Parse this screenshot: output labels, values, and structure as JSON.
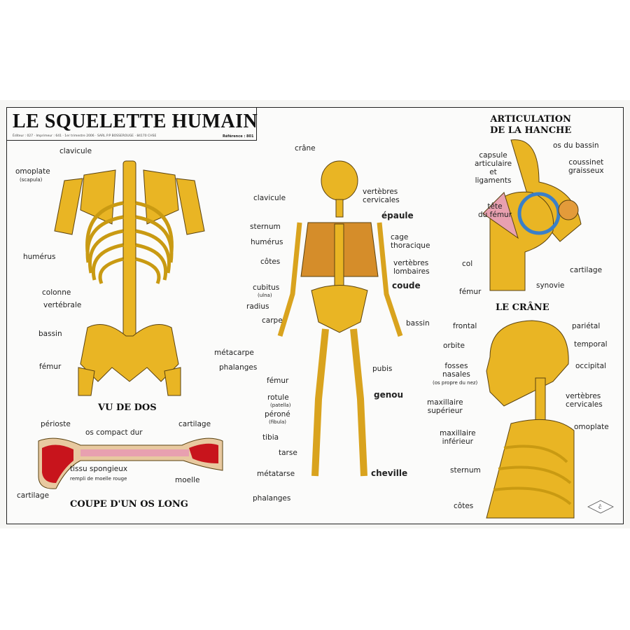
{
  "header": {
    "title": "LE SQUELETTE HUMAIN",
    "imprint": "Éditeur : 027 · Imprimeur : 641 · 1er trimestre 2006 · SARL P.P BOSSEROUGE · 84170 CHSE",
    "reference": "Référence : 801"
  },
  "back_view": {
    "title": "VU DE DOS",
    "labels": {
      "clavicule": "clavicule",
      "omoplate": "omoplate",
      "scapula": "(scapula)",
      "humerus": "humérus",
      "colonne": "colonne",
      "vertebrale": "vertébrale",
      "bassin": "bassin",
      "femur": "fémur"
    }
  },
  "long_bone": {
    "title": "COUPE D'UN OS LONG",
    "labels": {
      "perioste": "périoste",
      "os_compact": "os compact dur",
      "cartilage_top": "cartilage",
      "tissu": "tissu spongieux",
      "moelle_rouge": "rempli de moelle rouge",
      "moelle": "moelle",
      "cartilage_bottom": "cartilage"
    }
  },
  "skeleton": {
    "labels": {
      "crane": "crâne",
      "vertebres_cervicales": "vertèbres\ncervicales",
      "clavicule": "clavicule",
      "epaule": "épaule",
      "sternum": "sternum",
      "cage": "cage\nthoracique",
      "humerus": "humérus",
      "cotes": "côtes",
      "vertebres_lombaires": "vertèbres\nlombaires",
      "coude": "coude",
      "cubitus": "cubitus",
      "ulna": "(ulna)",
      "radius": "radius",
      "bassin": "bassin",
      "carpe": "carpe",
      "metacarpe": "métacarpe",
      "phalanges_main": "phalanges",
      "pubis": "pubis",
      "femur": "fémur",
      "genou": "genou",
      "rotule": "rotule",
      "patella": "(patella)",
      "perone": "péroné",
      "fibula": "(fibula)",
      "tibia": "tibia",
      "tarse": "tarse",
      "metatarse": "métatarse",
      "phalanges_pied": "phalanges",
      "cheville": "cheville"
    }
  },
  "hip": {
    "title": "ARTICULATION\nDE LA HANCHE",
    "labels": {
      "capsule": "capsule\narticulaire\net\nligaments",
      "os_bassin": "os du bassin",
      "coussinet": "coussinet\ngraisseux",
      "tete": "tête\ndu fémur",
      "col": "col",
      "cartilage": "cartilage",
      "synovie": "synovie",
      "femur": "fémur"
    }
  },
  "skull": {
    "title": "LE CRÂNE",
    "labels": {
      "frontal": "frontal",
      "parietal": "pariétal",
      "orbite": "orbite",
      "temporal": "temporal",
      "fosses": "fosses\nnasales",
      "propre": "(os propre du nez)",
      "occipital": "occipital",
      "maxillaire_sup": "maxillaire\nsupérieur",
      "vertebres": "vertèbres\ncervicales",
      "maxillaire_inf": "maxillaire\ninférieur",
      "omoplate": "omoplate",
      "sternum": "sternum",
      "cotes": "côtes"
    }
  },
  "colors": {
    "bone": "#e9b524",
    "outline": "#5a4210",
    "marrow": "#c8141c",
    "cartilage_blue": "#3a7fc8",
    "pink": "#e8a0b0"
  }
}
